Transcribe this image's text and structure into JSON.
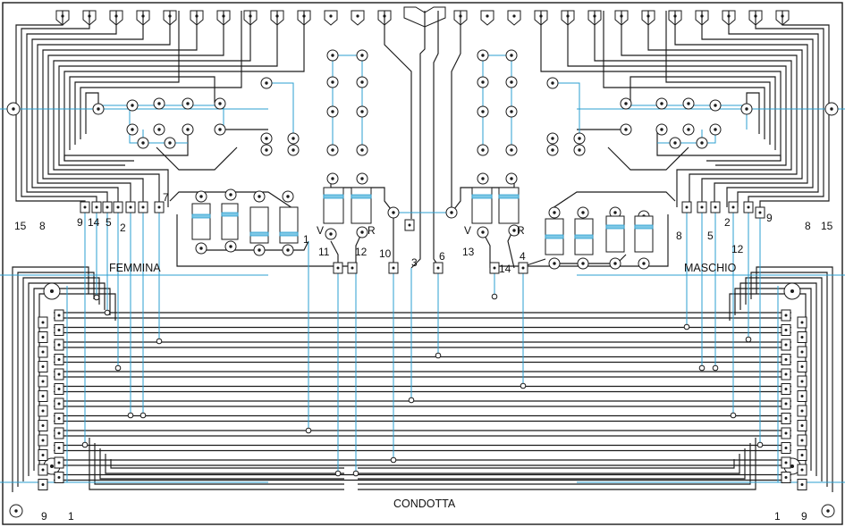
{
  "diagram": {
    "labels": {
      "femmina": "FEMMINA",
      "maschio": "MASCHIO",
      "condotta": "CONDOTTA",
      "v_left": "V",
      "r_left": "R",
      "v_right": "V",
      "r_right": "R",
      "l_15": "15",
      "l_8": "8",
      "l_9": "9",
      "l_14": "14",
      "l_5": "5",
      "l_2": "2",
      "l_7": "7",
      "l_1": "1",
      "l_11": "11",
      "l_12": "12",
      "l_10": "10",
      "l_3": "3",
      "l_6": "6",
      "r_13": "13",
      "r_14": "14",
      "r_4": "4",
      "r_8": "8",
      "r_5": "5",
      "r_2": "2",
      "r_9": "9",
      "r_8b": "8",
      "r_15": "15",
      "r_12": "12",
      "b_9l": "9",
      "b_1l": "1",
      "b_1r": "1",
      "b_9r": "9"
    },
    "colors": {
      "copper": "#1a1a1a",
      "jumper": "#2b9fd0",
      "led_band": "#7fc8e6",
      "background": "#ffffff"
    }
  }
}
